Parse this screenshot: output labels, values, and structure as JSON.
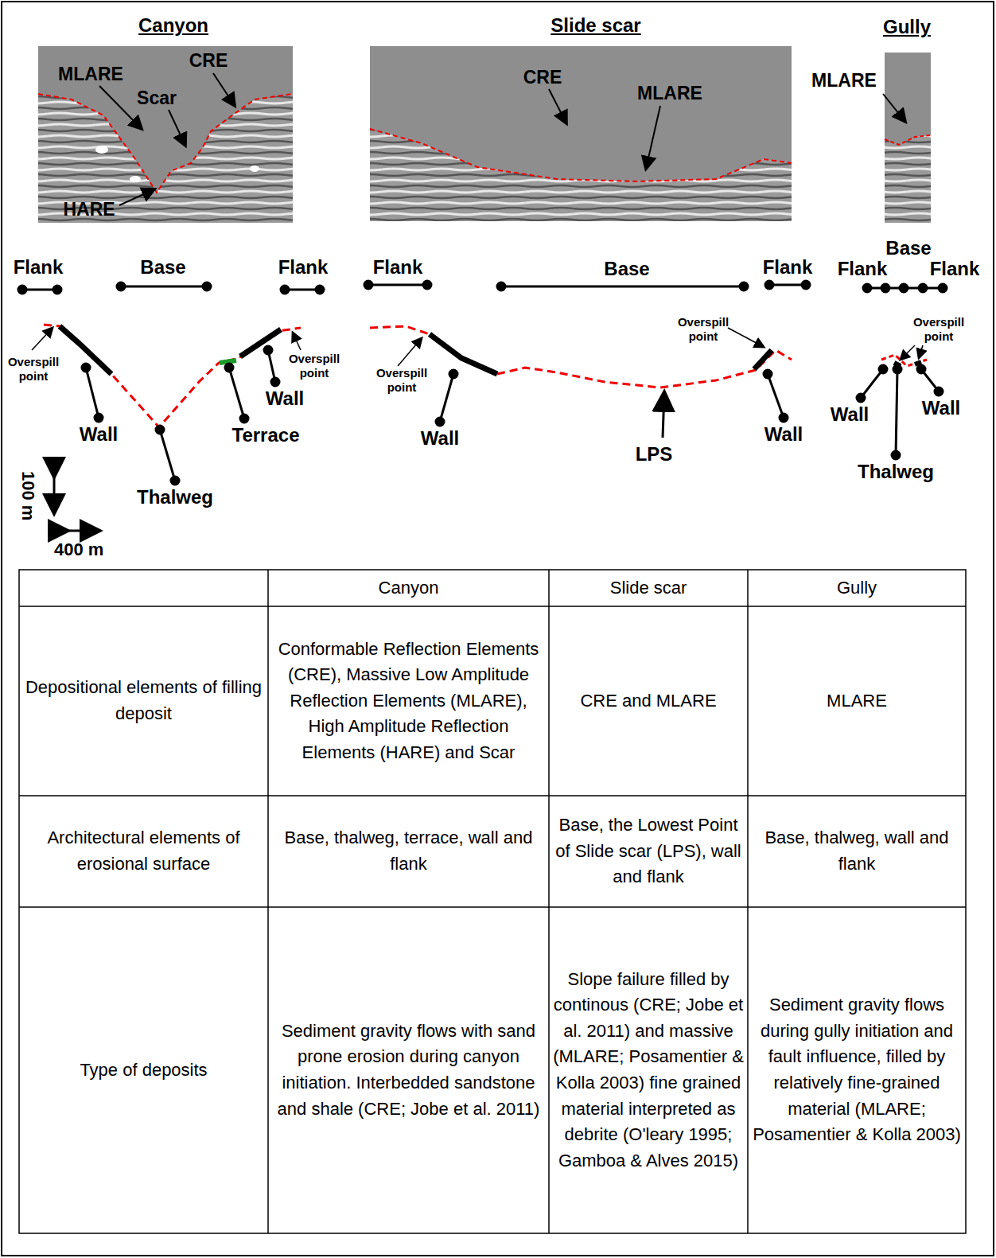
{
  "diagram": {
    "labels": [
      "Canyon",
      "Slide scar",
      "Gully",
      "MLARE",
      "CRE",
      "Scar",
      "HARE",
      "CRE",
      "MLARE",
      "MLARE",
      "Flank",
      "Base",
      "Flank",
      "Flank",
      "Base",
      "Flank",
      "Base",
      "Flank",
      "Flank",
      "Overspill point",
      "Overspill point",
      "Overspill point",
      "Overspill point",
      "Overspill point",
      "Wall",
      "Thalweg",
      "Terrace",
      "Wall",
      "Wall",
      "LPS",
      "Wall",
      "Wall",
      "Thalweg",
      "Wall",
      "100 m",
      "400 m",
      "Canyon",
      "Slide scar",
      "Gully",
      "Depositional elements of filling deposit",
      "Conformable Reflection Elements (CRE), Massive Low Amplitude Reflection Elements (MLARE), High Amplitude Reflection Elements (HARE) and Scar",
      "CRE and MLARE",
      "MLARE",
      "Architectural elements of erosional surface",
      "Base, thalweg, terrace, wall and flank",
      "Base, the Lowest Point of Slide scar (LPS), wall and flank",
      "Base, thalweg, wall and flank",
      "Type of deposits",
      "Sediment gravity flows with sand prone erosion during canyon initiation. Interbedded sandstone and shale (CRE; Jobe et al. 2011)",
      "Slope failure filled by continous (CRE; Jobe et al. 2011) and massive (MLARE; Posamentier & Kolla 2003) fine grained material interpreted as debrite (O'leary 1995; Gamboa & Alves 2015)",
      "Sediment gravity flows during gully initiation and fault influence, filled by relatively fine-grained material (MLARE; Posamentier & Kolla 2003)"
    ]
  }
}
